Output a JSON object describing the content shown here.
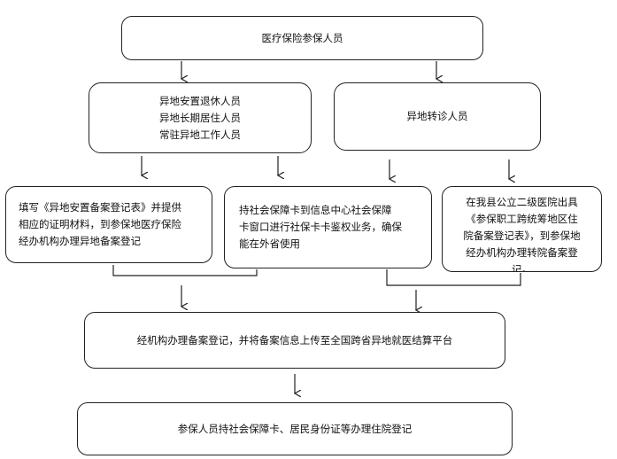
{
  "nodes": {
    "top": "医疗保险参保人员",
    "group_a": "异地安置退休人员\n异地长期居住人员\n常驻异地工作人员",
    "group_b": "异地转诊人员",
    "step_a1": "填写《异地安置备案登记表》并提供\n相应的证明材料，到参保地医疗保险\n经办机构办理异地备案登记",
    "step_a2": "持社会保障卡到信息中心社会保障\n卡窗口进行社保卡卡鉴权业务，确保\n能在外省使用",
    "step_b1": "在我县公立二级医院出具\n《参保职工跨统筹地区住\n院备案登记表》，到参保地\n经办机构办理转院备案登\n记。",
    "register": "经机构办理备案登记，并将备案信息上传至全国跨省异地就医结算平台",
    "final": "参保人员持社会保障卡、居民身份证等办理住院登记"
  }
}
